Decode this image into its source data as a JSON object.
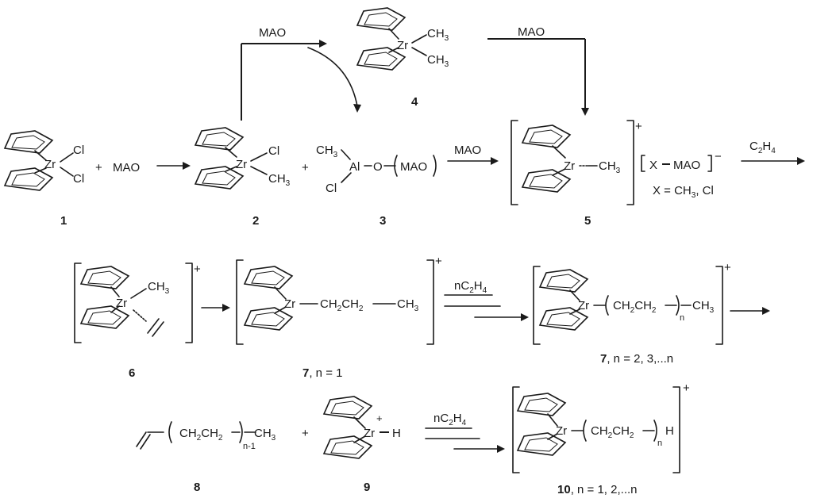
{
  "reagents": {
    "mao": "MAO",
    "ethylene": "C",
    "ethylene_sub": "2",
    "ethylene_h": "H",
    "ethylene_sub2": "4",
    "nc2h4": "nC",
    "x_def": "X = CH",
    "x_def_sub": "3",
    "x_def_end": ", Cl"
  },
  "atoms": {
    "zr": "Zr",
    "cl": "Cl",
    "ch3": "CH",
    "ch3_sub": "3",
    "al": "Al",
    "o": "O",
    "h": "H",
    "plus": "+",
    "minus": "−",
    "x": "X",
    "ch2": "CH",
    "ch2_sub": "2",
    "n": "n",
    "n_minus_1": "n-1"
  },
  "compounds": {
    "c1": "1",
    "c2": "2",
    "c3": "3",
    "c4": "4",
    "c5": "5",
    "c6": "6",
    "c7a": "7",
    "c7a_suffix": ", n = 1",
    "c7b": "7",
    "c7b_suffix": ", n = 2, 3,...n",
    "c8": "8",
    "c9": "9",
    "c10": "10",
    "c10_suffix": ", n = 1, 2,...n"
  }
}
